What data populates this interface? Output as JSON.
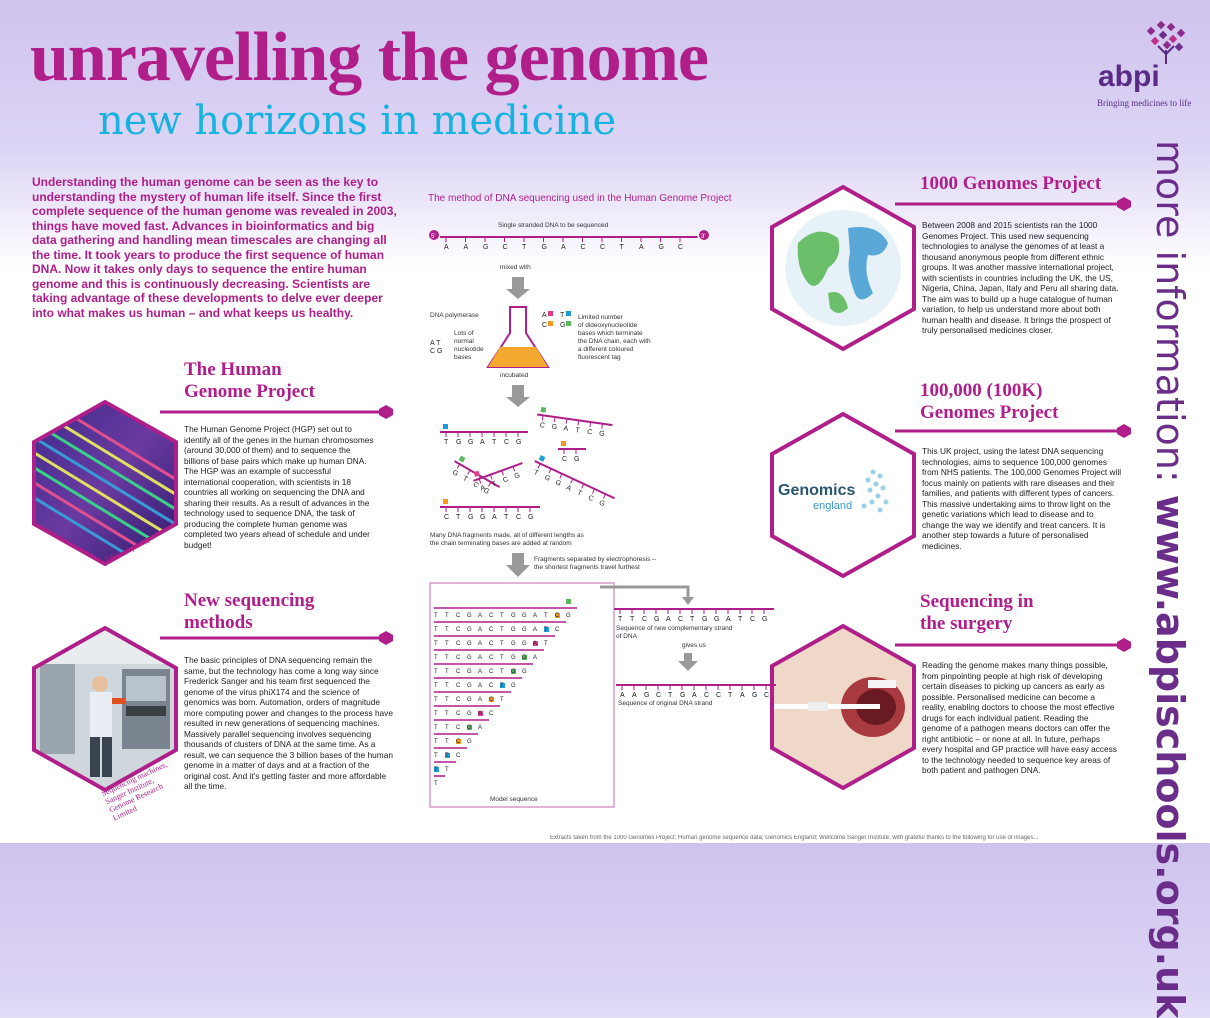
{
  "header": {
    "title": "unravelling the genome",
    "subtitle": "new horizons in medicine"
  },
  "logo": {
    "name": "abpi",
    "tagline": "Bringing medicines to life"
  },
  "side_banner": {
    "prefix": "more information:",
    "url": "www.abpischools.org.uk"
  },
  "intro": "Understanding the human genome can be seen as the key to understanding the mystery of human life itself. Since the first complete sequence of the human genome was revealed in 2003, things have moved fast. Advances in bioinformatics and big data gathering and handling mean timescales are changing all the time. It took years to produce the first sequence of human DNA. Now it takes only days to sequence the entire human genome and this is continuously decreasing. Scientists are taking advantage of these developments to delve ever deeper into what makes us human – and what keeps us healthy.",
  "sections": {
    "hgp": {
      "title_line1": "The Human",
      "title_line2": "Genome Project",
      "caption": "DNA sequence",
      "body": "The Human Genome Project (HGP) set out to identify all of the genes in the human chromosomes (around 30,000 of them) and to sequence the billions of base pairs which make up human DNA. The HGP was an example of successful international cooperation, with scientists in 18 countries all working on sequencing the DNA and sharing their results. As a result of advances in the technology used to sequence DNA, the task of producing the complete human genome was completed two years ahead of schedule and under budget!"
    },
    "newseq": {
      "title_line1": "New sequencing",
      "title_line2": "methods",
      "caption": "Sequencing machines, Sanger Institute, Genome Research Limited",
      "body": "The basic principles of DNA sequencing remain the same, but the technology has come a long way since Frederick Sanger and his team first sequenced the genome of the virus phiX174 and the science of genomics was born. Automation, orders of magnitude more computing power and changes to the process have resulted in new generations of sequencing machines. Massively parallel sequencing involves sequencing thousands of clusters of DNA at the same time. As a result, we can sequence the 3 billion bases of the human genome in a matter of days and at a fraction of the original cost. And it's getting faster and more affordable all the time."
    },
    "g1000": {
      "title": "1000 Genomes Project",
      "body": "Between 2008 and 2015 scientists ran the 1000 Genomes Project. This used new sequencing technologies to analyse the genomes of at least a thousand anonymous people from different ethnic groups. It was another massive international project, with scientists in countries including the UK, the US, Nigeria, China, Japan, Italy and Peru all sharing data. The aim was to build up a huge catalogue of human variation, to help us understand more about both human health and disease. It brings the prospect of truly personalised medicines closer."
    },
    "g100k": {
      "title_line1": "100,000 (100K)",
      "title_line2": "Genomes Project",
      "logo_line1": "Genomics",
      "logo_line2": "england",
      "body": "This UK project, using the latest DNA sequencing technologies, aims to sequence 100,000 genomes from NHS patients. The 100,000 Genomes Project will focus mainly on patients with rare diseases and their families, and patients with different types of cancers. This massive undertaking aims to throw light on the genetic variations which lead to disease and to change the way we identify and treat cancers. It is another step towards a future of personalised medicines."
    },
    "surgery": {
      "title_line1": "Sequencing in",
      "title_line2": "the surgery",
      "body": "Reading the genome makes many things possible, from pinpointing people at high risk of developing certain diseases to picking up cancers as early as possible. Personalised medicine can become a reality, enabling doctors to choose the most effective drugs for each individual patient. Reading the genome of a pathogen means doctors can offer the right antibiotic – or none at all. In future, perhaps every hospital and GP practice will have easy access to the technology needed to sequence key areas of both patient and pathogen DNA."
    }
  },
  "diagram": {
    "title": "The method of DNA sequencing used in the Human Genome Project",
    "strand_label": "Single stranded DNA to be sequenced",
    "end5": "5'",
    "end3": "3'",
    "strand": [
      "A",
      "A",
      "G",
      "C",
      "T",
      "G",
      "A",
      "C",
      "C",
      "T",
      "A",
      "G",
      "C"
    ],
    "mixed_with": "mixed with",
    "polymerase": "DNA polymerase",
    "lots_of": [
      "Lots of",
      "normal",
      "nucleotide",
      "bases"
    ],
    "limited": [
      "Limited number",
      "of dideoxynucleotide",
      "bases which terminate",
      "the DNA chain, each with",
      "a different coloured",
      "fluorescent tag"
    ],
    "incubated": "incubated",
    "fragments_note": [
      "Many DNA fragments made, all of different lengths as",
      "the chain terminating bases are added at random"
    ],
    "electro_note": [
      "Fragments separated by electrophoresis –",
      "the shortest fragments travel furthest"
    ],
    "complement": [
      "T",
      "T",
      "C",
      "G",
      "A",
      "C",
      "T",
      "G",
      "G",
      "A",
      "T",
      "C",
      "G"
    ],
    "complement_label": [
      "Sequence of new complementary strand",
      "of DNA"
    ],
    "gives_us": "gives us",
    "original": [
      "A",
      "A",
      "G",
      "C",
      "T",
      "G",
      "A",
      "C",
      "C",
      "T",
      "A",
      "G",
      "C"
    ],
    "original_label": "Sequence of original DNA strand",
    "model_label": "Model sequence",
    "model_rows": [
      "T",
      "TT",
      "TTC",
      "TTCG",
      "TTCGA",
      "TTCGAC",
      "TTCGACT",
      "TTCGACTG",
      "TTCGACTGG",
      "TTCGACTGGA",
      "TTCGACTGGAT",
      "TTCGACTGGATC",
      "TTCGACTGGATCG"
    ],
    "colors": {
      "A": "#e03c8a",
      "T": "#1e9ad6",
      "C": "#f39a1e",
      "G": "#5cb85c"
    }
  },
  "footer": "Extracts taken from the 1000 Genomes Project; Human genome sequence data; Genomics England; Wellcome Sanger Institute; with grateful thanks to the following for use of images..."
}
